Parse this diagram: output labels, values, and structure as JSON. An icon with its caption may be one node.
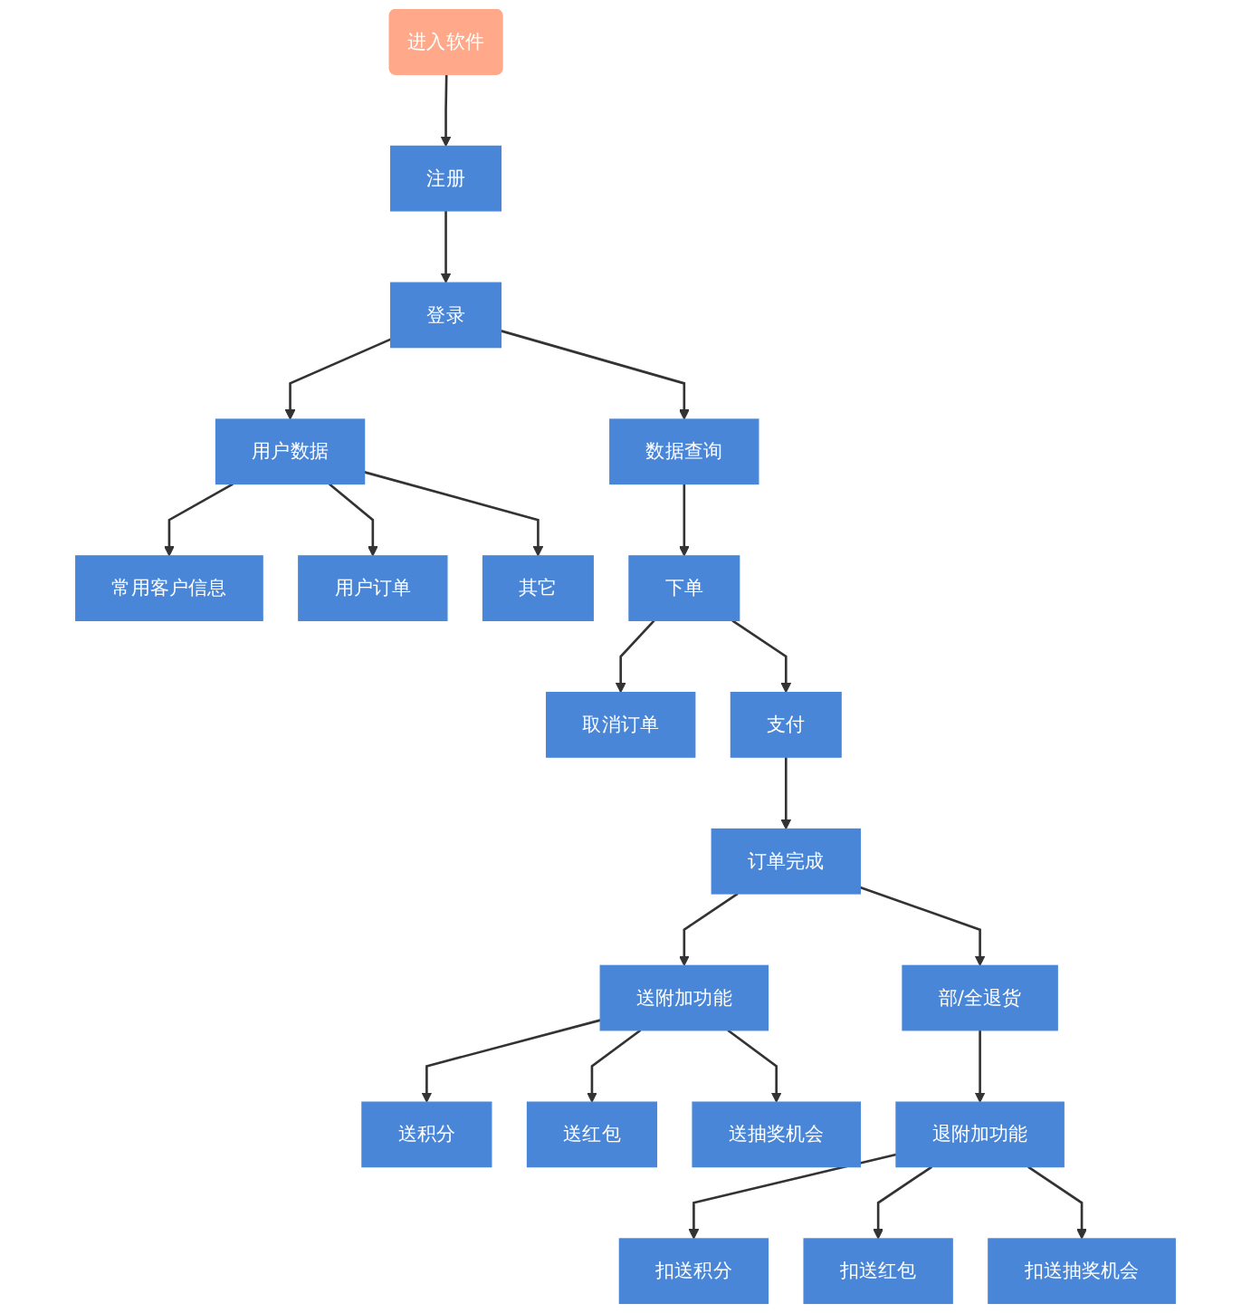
{
  "diagram": {
    "nodes": [
      {
        "text": [
          "进入软件"
        ]
      },
      {
        "text": [
          "注册"
        ]
      },
      {
        "text": [
          "登录"
        ]
      },
      {
        "text": [
          "用户数据"
        ]
      },
      {
        "text": [
          "常用客户信息"
        ]
      },
      {
        "text": [
          "用户订单"
        ]
      },
      {
        "text": [
          "其它"
        ]
      },
      {
        "text": [
          "数据查询"
        ]
      },
      {
        "text": [
          "取消订单"
        ]
      },
      {
        "text": [
          "下单"
        ]
      },
      {
        "text": [
          "支付"
        ]
      },
      {
        "text": [
          "订单完成"
        ]
      },
      {
        "text": [
          "送附加功能"
        ]
      },
      {
        "text": [
          "送积分"
        ]
      },
      {
        "text": [
          "送红包"
        ]
      },
      {
        "text": [
          "送抽奖机会"
        ]
      },
      {
        "text": [
          "部/全退货"
        ]
      },
      {
        "text": [
          "退附加功能"
        ]
      },
      {
        "text": [
          "扣送积分"
        ]
      },
      {
        "text": [
          "扣送红包"
        ]
      },
      {
        "text": [
          "扣送抽奖机会"
        ]
      }
    ],
    "edges": [
      {
        "from": 0,
        "to": 1,
        "arrow": "to"
      },
      {
        "from": 1,
        "to": 2,
        "arrow": "to"
      },
      {
        "from": 2,
        "to": 3,
        "arrow": "to"
      },
      {
        "from": 3,
        "to": 4,
        "arrow": "to"
      },
      {
        "from": 3,
        "to": 5,
        "arrow": "to"
      },
      {
        "from": 3,
        "to": 6,
        "arrow": "to"
      },
      {
        "from": 2,
        "to": 7,
        "arrow": "to"
      },
      {
        "from": 7,
        "to": 9,
        "arrow": "to"
      },
      {
        "from": 9,
        "to": 8,
        "arrow": "to"
      },
      {
        "from": 9,
        "to": 10,
        "arrow": "to"
      },
      {
        "from": 10,
        "to": 11,
        "arrow": "to"
      },
      {
        "from": 11,
        "to": 12,
        "arrow": "to"
      },
      {
        "from": 12,
        "to": 13,
        "arrow": "to"
      },
      {
        "from": 12,
        "to": 14,
        "arrow": "to"
      },
      {
        "from": 12,
        "to": 15,
        "arrow": "to"
      },
      {
        "from": 11,
        "to": 16,
        "arrow": "to"
      },
      {
        "from": 16,
        "to": 17,
        "arrow": "to"
      },
      {
        "from": 17,
        "to": 18,
        "arrow": "to"
      },
      {
        "from": 17,
        "to": 19,
        "arrow": "to"
      },
      {
        "from": 17,
        "to": 20,
        "arrow": "to"
      }
    ]
  }
}
